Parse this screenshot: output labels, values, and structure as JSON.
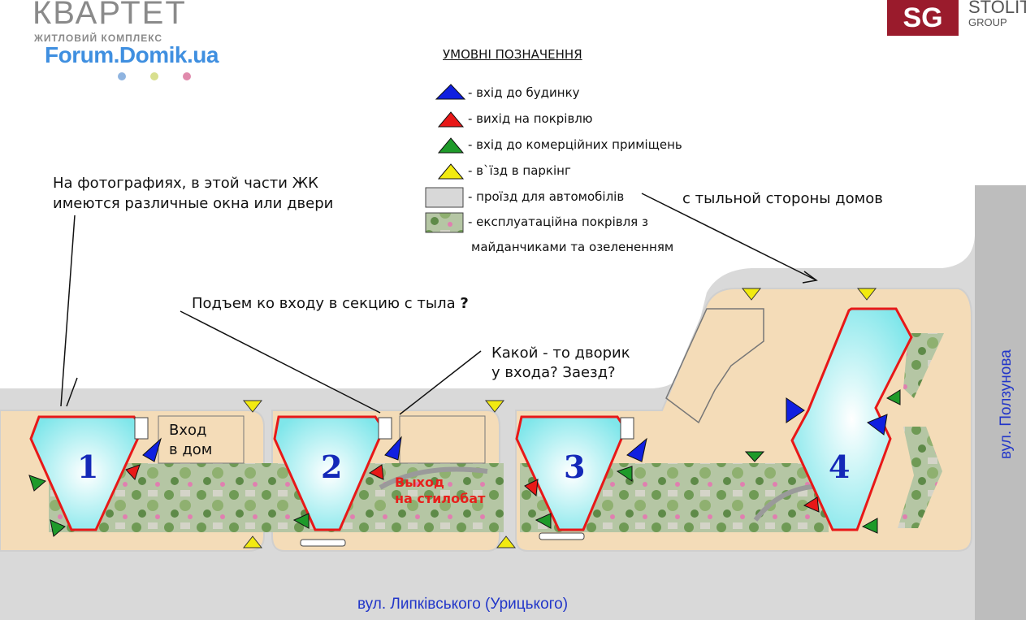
{
  "header": {
    "logo_title": "КВАРТЕТ",
    "logo_subtitle": "ЖИТЛОВИЙ КОМПЛЕКС",
    "watermark": "Forum.Domik.ua",
    "brand_box": "SG",
    "brand_name": "STOLIT",
    "brand_group": "GROUP"
  },
  "legend": {
    "title": "УМОВНІ ПОЗНАЧЕННЯ",
    "items": [
      {
        "icon": "blue-arrow-icon",
        "color": "#1020e0",
        "label": "- вхід до будинку"
      },
      {
        "icon": "red-arrow-icon",
        "color": "#e81818",
        "label": "- вихід на покрівлю"
      },
      {
        "icon": "green-arrow-icon",
        "color": "#1e9a2a",
        "label": "- вхід до комерційних приміщень"
      },
      {
        "icon": "yellow-arrow-icon",
        "color": "#f2ea10",
        "label": "- в`їзд в паркінг"
      },
      {
        "icon": "grey-swatch-icon",
        "color": "#d8d8d8",
        "label": "- проїзд для автомобілів"
      },
      {
        "icon": "green-swatch-icon",
        "color": "#b8c8a0",
        "label": "- експлуатаційна покрівля з",
        "label2": "майданчиками та озелененням"
      }
    ]
  },
  "annotations": {
    "photos_note_line1": "На фотографиях,  в этой части ЖК",
    "photos_note_line2": "имеются различные окна или двери",
    "rear_note": "с тыльной стороны домов",
    "rise_note": "Подъем ко входу в секцию с тыла",
    "rise_q": "?",
    "yard_note_line1": "Какой -  то дворик",
    "yard_note_line2": "у входа?  Заезд?",
    "entry_line1": "Вход",
    "entry_line2": "в дом",
    "exit_line1": "Выход",
    "exit_line2": "на стилобат"
  },
  "buildings": [
    "1",
    "2",
    "3",
    "4"
  ],
  "streets": {
    "bottom": "вул. Липківського (Урицького)",
    "right": "вул. Ползунова"
  },
  "colors": {
    "road": "#d9d9d9",
    "plot": "#f4dcb8",
    "building_fill": "#9ef0f2",
    "building_edge": "#e81818",
    "roof_green": "#a9bd94",
    "street_text": "#2236c9"
  }
}
